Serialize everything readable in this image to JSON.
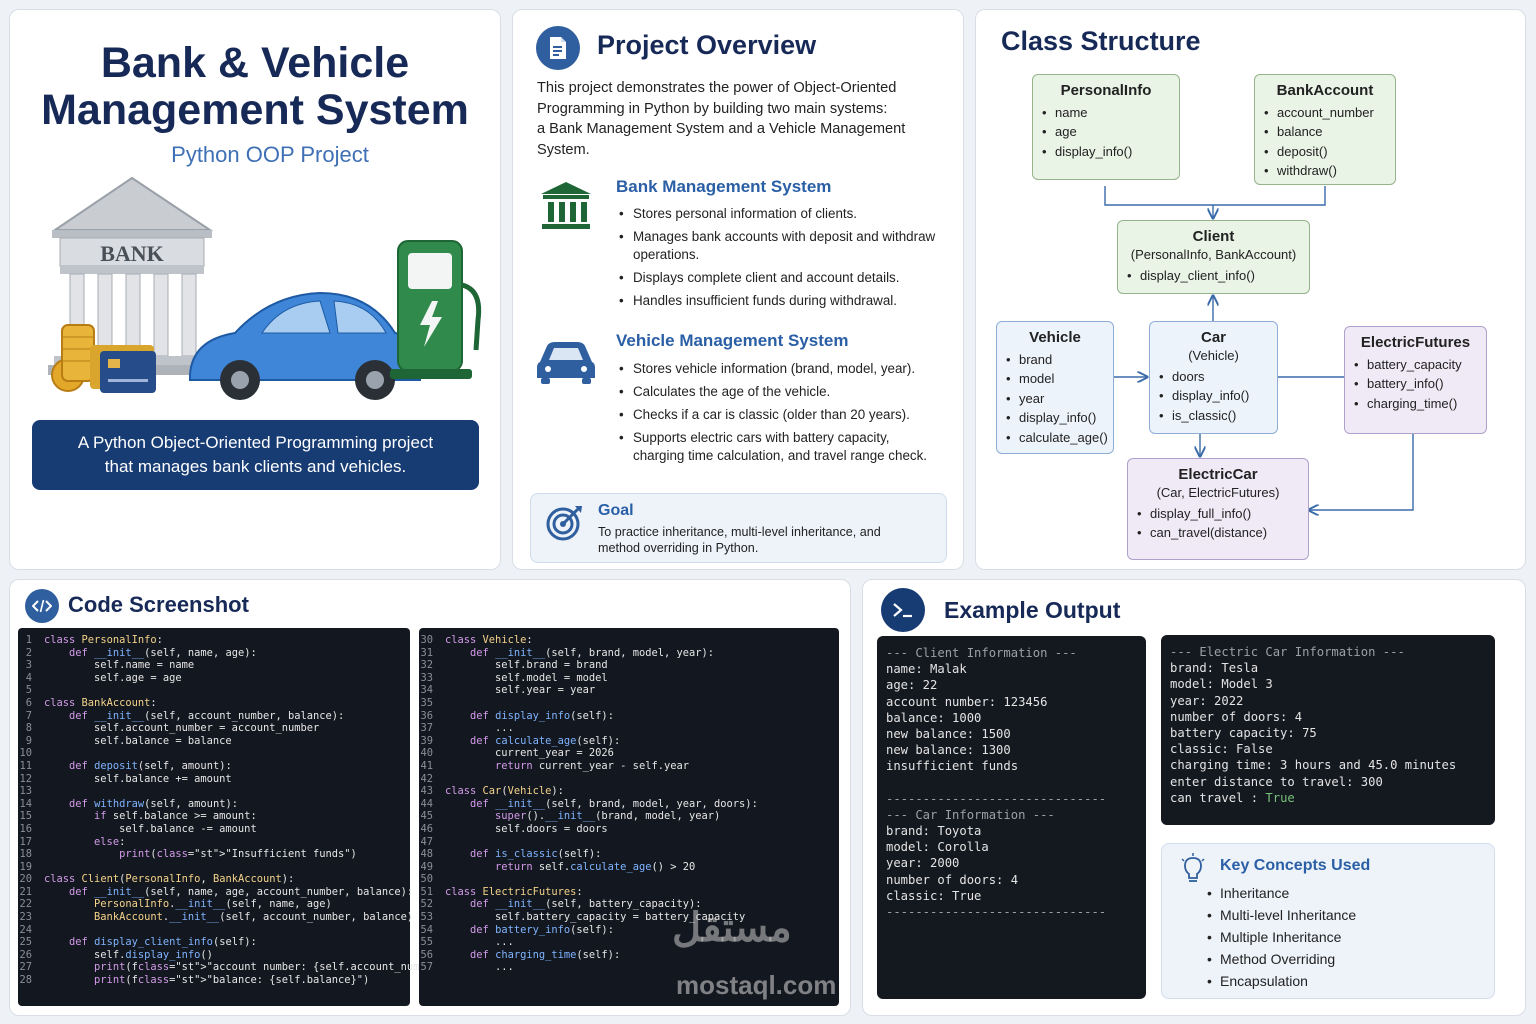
{
  "title_panel": {
    "title_line1": "Bank & Vehicle",
    "title_line2": "Management System",
    "subtitle": "Python OOP Project",
    "bank_sign": "BANK",
    "description_line1": "A Python Object-Oriented Programming project",
    "description_line2": "that manages bank clients and vehicles."
  },
  "overview": {
    "title": "Project Overview",
    "intro_lines": [
      "This project demonstrates the power of Object-Oriented",
      "Programming in Python by building two main systems:",
      "a Bank Management System and a Vehicle Management",
      "System."
    ],
    "bank_system": {
      "title": "Bank Management System",
      "items": [
        "Stores personal information of clients.",
        "Manages bank accounts with deposit and withdraw operations.",
        "Displays complete client and account details.",
        "Handles insufficient funds during withdrawal."
      ]
    },
    "vehicle_system": {
      "title": "Vehicle Management System",
      "items": [
        "Stores vehicle information (brand, model, year).",
        "Calculates the age of the vehicle.",
        "Checks if a car is classic (older than 20 years).",
        "Supports electric cars with battery capacity, charging time calculation, and travel range check."
      ]
    },
    "goal": {
      "title": "Goal",
      "text": "To practice inheritance, multi-level inheritance, and method overriding in Python."
    }
  },
  "class_structure": {
    "title": "Class Structure",
    "classes": {
      "personal": {
        "name": "PersonalInfo",
        "items": [
          "name",
          "age",
          "display_info()"
        ]
      },
      "bank": {
        "name": "BankAccount",
        "items": [
          "account_number",
          "balance",
          "deposit()",
          "withdraw()"
        ]
      },
      "client": {
        "name": "Client",
        "sub": "(PersonalInfo, BankAccount)",
        "items": [
          "display_client_info()"
        ]
      },
      "vehicle": {
        "name": "Vehicle",
        "items": [
          "brand",
          "model",
          "year",
          "display_info()",
          "calculate_age()"
        ]
      },
      "car": {
        "name": "Car",
        "sub": "(Vehicle)",
        "items": [
          "doors",
          "display_info()",
          "is_classic()"
        ]
      },
      "efutures": {
        "name": "ElectricFutures",
        "items": [
          "battery_capacity",
          "battery_info()",
          "charging_time()"
        ]
      },
      "ecar": {
        "name": "ElectricCar",
        "sub": "(Car, ElectricFutures)",
        "items": [
          "display_full_info()",
          "can_travel(distance)"
        ]
      }
    }
  },
  "code": {
    "title": "Code Screenshot",
    "left": [
      {
        "n": "1",
        "t": "class PersonalInfo:"
      },
      {
        "n": "2",
        "t": "    def __init__(self, name, age):"
      },
      {
        "n": "3",
        "t": "        self.name = name"
      },
      {
        "n": "4",
        "t": "        self.age = age"
      },
      {
        "n": "5",
        "t": ""
      },
      {
        "n": "6",
        "t": "class BankAccount:"
      },
      {
        "n": "7",
        "t": "    def __init__(self, account_number, balance):"
      },
      {
        "n": "8",
        "t": "        self.account_number = account_number"
      },
      {
        "n": "9",
        "t": "        self.balance = balance"
      },
      {
        "n": "10",
        "t": ""
      },
      {
        "n": "11",
        "t": "    def deposit(self, amount):"
      },
      {
        "n": "12",
        "t": "        self.balance += amount"
      },
      {
        "n": "13",
        "t": ""
      },
      {
        "n": "14",
        "t": "    def withdraw(self, amount):"
      },
      {
        "n": "15",
        "t": "        if self.balance >= amount:"
      },
      {
        "n": "16",
        "t": "            self.balance -= amount"
      },
      {
        "n": "17",
        "t": "        else:"
      },
      {
        "n": "18",
        "t": "            print(\"Insufficient funds\")"
      },
      {
        "n": "19",
        "t": ""
      },
      {
        "n": "20",
        "t": "class Client(PersonalInfo, BankAccount):"
      },
      {
        "n": "21",
        "t": "    def __init__(self, name, age, account_number, balance):"
      },
      {
        "n": "22",
        "t": "        PersonalInfo.__init__(self, name, age)"
      },
      {
        "n": "23",
        "t": "        BankAccount.__init__(self, account_number, balance)"
      },
      {
        "n": "24",
        "t": ""
      },
      {
        "n": "25",
        "t": "    def display_client_info(self):"
      },
      {
        "n": "26",
        "t": "        self.display_info()"
      },
      {
        "n": "27",
        "t": "        print(f\"account number: {self.account_number}\")"
      },
      {
        "n": "28",
        "t": "        print(f\"balance: {self.balance}\")"
      }
    ],
    "right": [
      {
        "n": "30",
        "t": "class Vehicle:"
      },
      {
        "n": "31",
        "t": "    def __init__(self, brand, model, year):"
      },
      {
        "n": "32",
        "t": "        self.brand = brand"
      },
      {
        "n": "33",
        "t": "        self.model = model"
      },
      {
        "n": "34",
        "t": "        self.year = year"
      },
      {
        "n": "35",
        "t": ""
      },
      {
        "n": "36",
        "t": "    def display_info(self):"
      },
      {
        "n": "37",
        "t": "        ..."
      },
      {
        "n": "39",
        "t": "    def calculate_age(self):"
      },
      {
        "n": "40",
        "t": "        current_year = 2026"
      },
      {
        "n": "41",
        "t": "        return current_year - self.year"
      },
      {
        "n": "42",
        "t": ""
      },
      {
        "n": "43",
        "t": "class Car(Vehicle):"
      },
      {
        "n": "44",
        "t": "    def __init__(self, brand, model, year, doors):"
      },
      {
        "n": "45",
        "t": "        super().__init__(brand, model, year)"
      },
      {
        "n": "46",
        "t": "        self.doors = doors"
      },
      {
        "n": "47",
        "t": ""
      },
      {
        "n": "48",
        "t": "    def is_classic(self):"
      },
      {
        "n": "49",
        "t": "        return self.calculate_age() > 20"
      },
      {
        "n": "50",
        "t": ""
      },
      {
        "n": "51",
        "t": "class ElectricFutures:"
      },
      {
        "n": "52",
        "t": "    def __init__(self, battery_capacity):"
      },
      {
        "n": "53",
        "t": "        self.battery_capacity = battery_capacity"
      },
      {
        "n": "54",
        "t": "    def battery_info(self):"
      },
      {
        "n": "55",
        "t": "        ..."
      },
      {
        "n": "56",
        "t": "    def charging_time(self):"
      },
      {
        "n": "57",
        "t": "        ..."
      }
    ]
  },
  "output": {
    "title": "Example Output",
    "left": [
      "--- Client Information ---",
      "name: Malak",
      "age: 22",
      "account number: 123456",
      "balance: 1000",
      "new balance: 1500",
      "new balance: 1300",
      "insufficient funds",
      "",
      "------------------------------",
      "--- Car Information ---",
      "brand: Toyota",
      "model: Corolla",
      "year: 2000",
      "number of doors: 4",
      "classic: True",
      "------------------------------"
    ],
    "right": [
      "--- Electric Car Information ---",
      "brand: Tesla",
      "model: Model 3",
      "year: 2022",
      "number of doors: 4",
      "battery capacity: 75",
      "classic: False",
      "charging time: 3 hours and 45.0 minutes",
      "enter distance to travel: 300"
    ],
    "can_travel_label": "can travel : ",
    "can_travel_value": "True",
    "concepts": {
      "title": "Key Concepts Used",
      "items": [
        "Inheritance",
        "Multi-level Inheritance",
        "Multiple Inheritance",
        "Method Overriding",
        "Encapsulation"
      ]
    }
  },
  "watermark": {
    "arabic": "مستقل",
    "latin": "mostaql.com"
  }
}
